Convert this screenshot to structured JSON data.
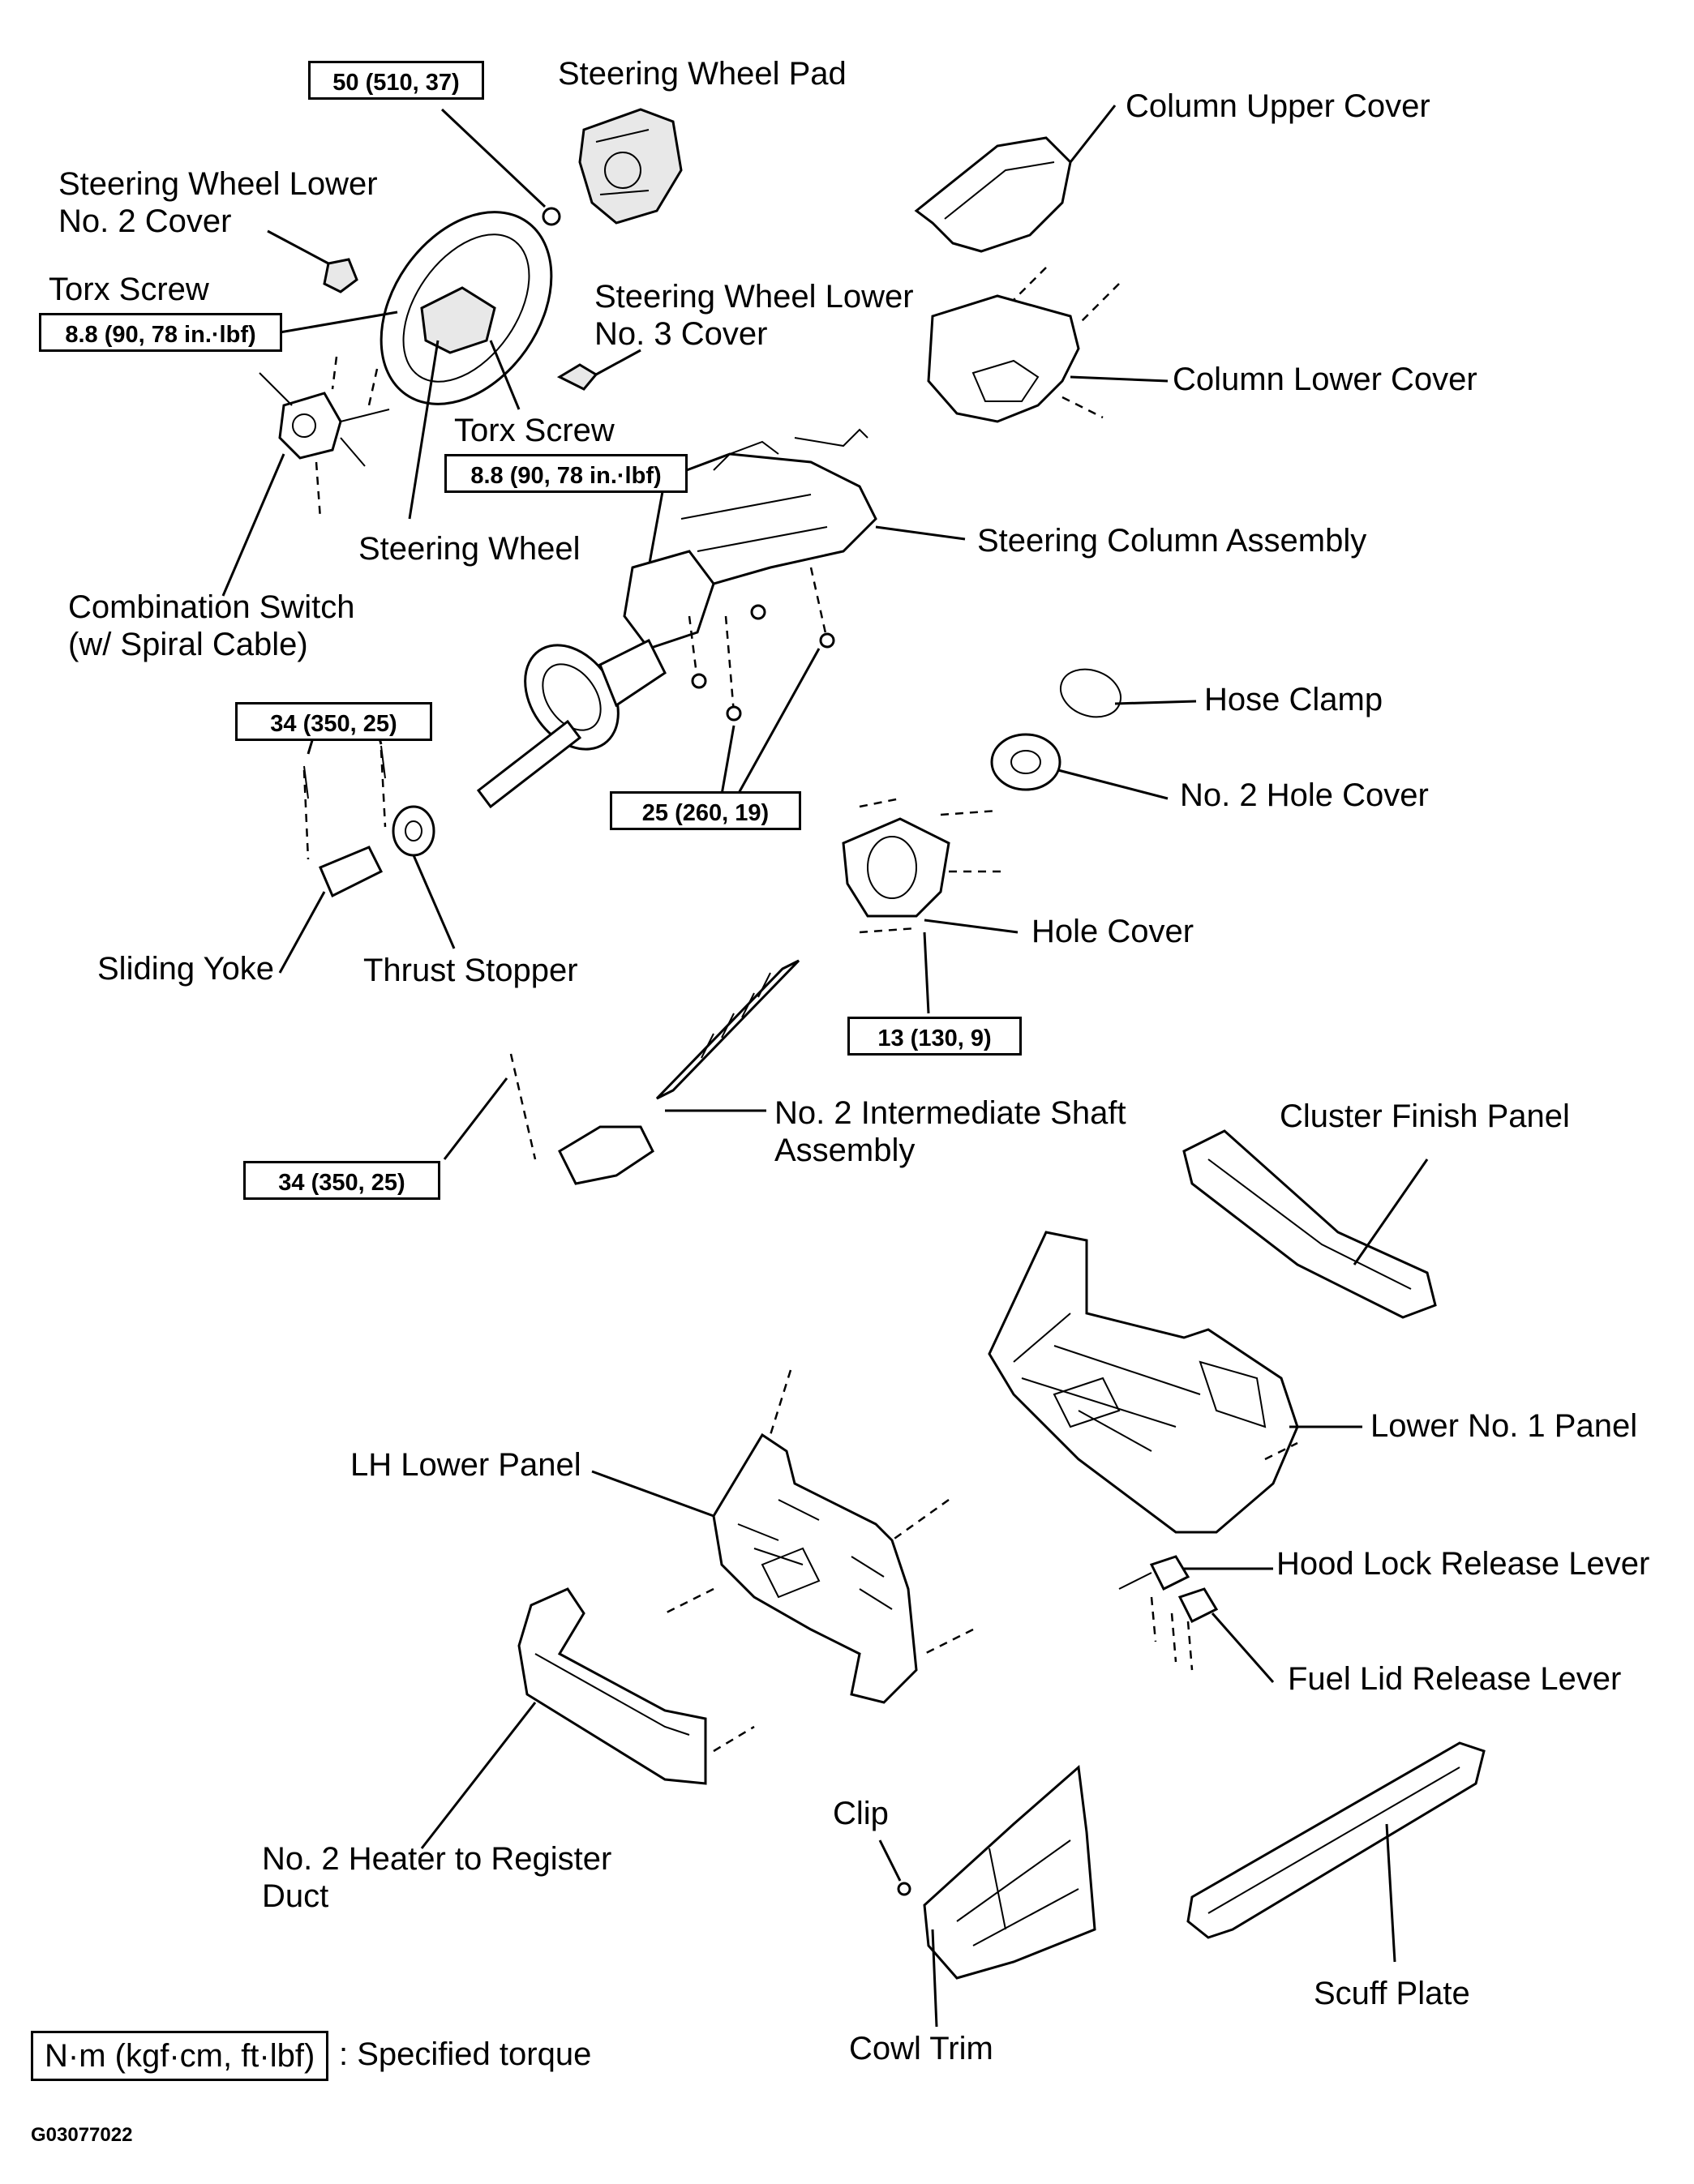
{
  "labels": {
    "steering_wheel_pad": "Steering Wheel Pad",
    "column_upper_cover": "Column Upper Cover",
    "steering_wheel_lower_no2_line1": "Steering Wheel Lower",
    "steering_wheel_lower_no2_line2": "No. 2 Cover",
    "torx_screw_left": "Torx Screw",
    "steering_wheel_lower_no3_line1": "Steering Wheel Lower",
    "steering_wheel_lower_no3_line2": "No. 3 Cover",
    "column_lower_cover": "Column Lower Cover",
    "torx_screw_right": "Torx Screw",
    "steering_wheel": "Steering Wheel",
    "steering_column_assembly": "Steering Column Assembly",
    "combination_switch_line1": "Combination Switch",
    "combination_switch_line2": "(w/ Spiral Cable)",
    "hose_clamp": "Hose Clamp",
    "no2_hole_cover": "No. 2 Hole Cover",
    "hole_cover": "Hole Cover",
    "sliding_yoke": "Sliding Yoke",
    "thrust_stopper": "Thrust Stopper",
    "intermediate_shaft_line1": "No. 2 Intermediate Shaft",
    "intermediate_shaft_line2": "Assembly",
    "cluster_finish_panel": "Cluster Finish Panel",
    "lower_no1_panel": "Lower No. 1 Panel",
    "lh_lower_panel": "LH Lower Panel",
    "hood_lock_release_lever": "Hood Lock Release Lever",
    "fuel_lid_release_lever": "Fuel Lid Release Lever",
    "heater_duct_line1": "No. 2 Heater to Register",
    "heater_duct_line2": "Duct",
    "clip": "Clip",
    "cowl_trim": "Cowl Trim",
    "scuff_plate": "Scuff Plate"
  },
  "torques": {
    "pad_nut": "50 (510, 37)",
    "torx_left": "8.8 (90, 78 in.·lbf)",
    "torx_right": "8.8 (90, 78 in.·lbf)",
    "yoke_bolts": "34 (350, 25)",
    "column_nuts": "25 (260, 19)",
    "hole_cover_bolts": "13 (130, 9)",
    "shaft_bolt": "34 (350, 25)"
  },
  "legend": {
    "unit": "N·m (kgf·cm, ft·lbf)",
    "text": ": Specified torque"
  },
  "figure_code": "G03077022"
}
